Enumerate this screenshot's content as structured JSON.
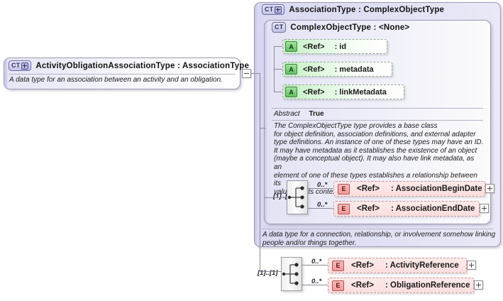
{
  "diagram": {
    "kind": "xsd-complex-type-diagram",
    "left_type": {
      "badge": "CT",
      "badge_expand": "+",
      "title": "ActivityObligationAssociationType : AssociationType",
      "documentation": "A data type for an association between an activity and an obligation.",
      "collapse_toggle": "minus"
    },
    "outer_type": {
      "badge": "CT",
      "badge_expand": "+",
      "title": "AssociationType : ComplexObjectType",
      "documentation": "A data type for a connection, relationship, or involvement somehow linking\npeople and/or things together."
    },
    "inner_type": {
      "badge": "CT",
      "title": "ComplexObjectType : <None>",
      "abstract_label": "Abstract",
      "abstract_value": "True",
      "documentation": "The ComplexObjectType type provides a base class\nfor object definition, association definitions, and external adapter\ntype definitions. An instance of one of these types may have an ID.\nIt may have metadata as it establishes the existence of an object\n(maybe a conceptual object). It may also have link metadata, as an\nelement of one of these types establishes a relationship between its\nvalue and its context."
    },
    "attributes": [
      {
        "icon": "A",
        "ref": "<Ref>",
        "name": ": id"
      },
      {
        "icon": "A",
        "ref": "<Ref>",
        "name": ": metadata"
      },
      {
        "icon": "A",
        "ref": "<Ref>",
        "name": ": linkMetadata"
      }
    ],
    "sequences": [
      {
        "name": "inner-sequence",
        "occurrence": "[1]..[1]",
        "compositor": "sequence",
        "children": [
          {
            "icon": "E",
            "ref": "<Ref>",
            "name": ": AssociationBeginDate",
            "cardinality": "0..*",
            "expand": "+"
          },
          {
            "icon": "E",
            "ref": "<Ref>",
            "name": ": AssociationEndDate",
            "cardinality": "0..*",
            "expand": "+"
          }
        ]
      },
      {
        "name": "outer-sequence",
        "occurrence": "[1]..[1]",
        "compositor": "sequence",
        "children": [
          {
            "icon": "E",
            "ref": "<Ref>",
            "name": ": ActivityReference",
            "cardinality": "0..*",
            "expand": "+"
          },
          {
            "icon": "E",
            "ref": "<Ref>",
            "name": ": ObligationReference",
            "cardinality": "0..*",
            "expand": "+"
          }
        ]
      }
    ],
    "colors": {
      "panel_fill": "#dcdcf0",
      "panel_border": "#9b9bb5",
      "attribute_fill": "#d8f6d8",
      "attribute_icon": "#63c163",
      "element_fill": "#fbdede",
      "element_icon": "#f29a9a",
      "connector": "#8a8a96",
      "page_background": "#ffffff"
    }
  }
}
